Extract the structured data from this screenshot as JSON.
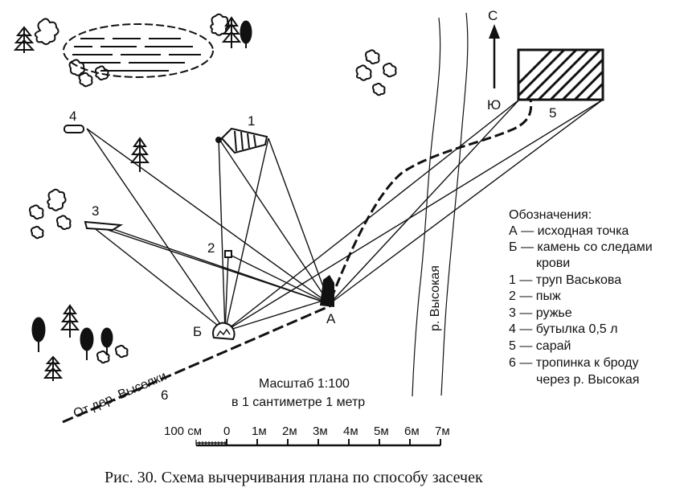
{
  "points": {
    "A": "А",
    "B": "Б",
    "p1": "1",
    "p2": "2",
    "p3": "3",
    "p4": "4",
    "p5": "5",
    "p6": "6"
  },
  "compass": {
    "north": "С",
    "south": "Ю"
  },
  "river_label": "р. Высокая",
  "road_label": "От дер. Выселки",
  "legend": {
    "title": "Обозначения:",
    "items": [
      "А — исходная точка",
      "Б — камень со следами",
      "крови",
      "1 — труп Васькова",
      "2 — пыж",
      "3 — ружье",
      "4 — бутылка 0,5 л",
      "5 — сарай",
      "6 — тропинка к броду",
      "через р. Высокая"
    ]
  },
  "scale": {
    "title": "Масштаб 1:100",
    "subtitle": "в 1 сантиметре 1 метр",
    "ticks": [
      "100 см",
      "0",
      "1м",
      "2м",
      "3м",
      "4м",
      "5м",
      "6м",
      "7м"
    ]
  },
  "caption": "Рис. 30. Схема вычерчивания плана по способу засечек"
}
